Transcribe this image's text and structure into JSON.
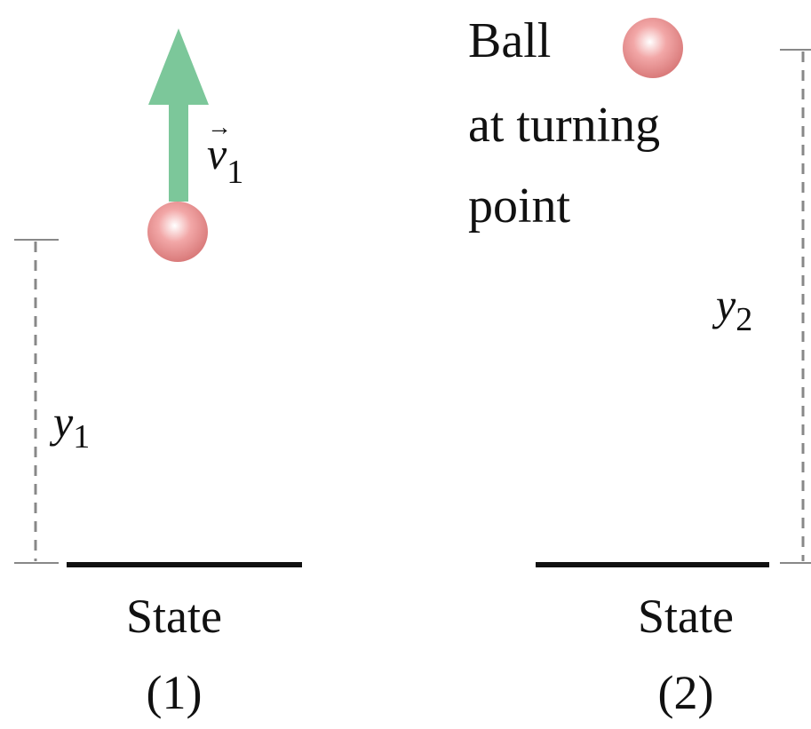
{
  "state1": {
    "label_line1": "State",
    "label_line2": "(1)",
    "height_symbol": "y",
    "height_subscript": "1",
    "velocity_symbol": "v",
    "velocity_subscript": "1"
  },
  "state2": {
    "label_line1": "State",
    "label_line2": "(2)",
    "height_symbol": "y",
    "height_subscript": "2",
    "ball_caption_line1": "Ball",
    "ball_caption_line2": "at turning",
    "ball_caption_line3": "point"
  },
  "colors": {
    "arrow": "#7cc79a",
    "ball_center": "#ffffff",
    "ball_mid": "#f2a7a7",
    "ball_edge": "#d97a7a",
    "dashed_line": "#888888",
    "ground": "#111111"
  }
}
